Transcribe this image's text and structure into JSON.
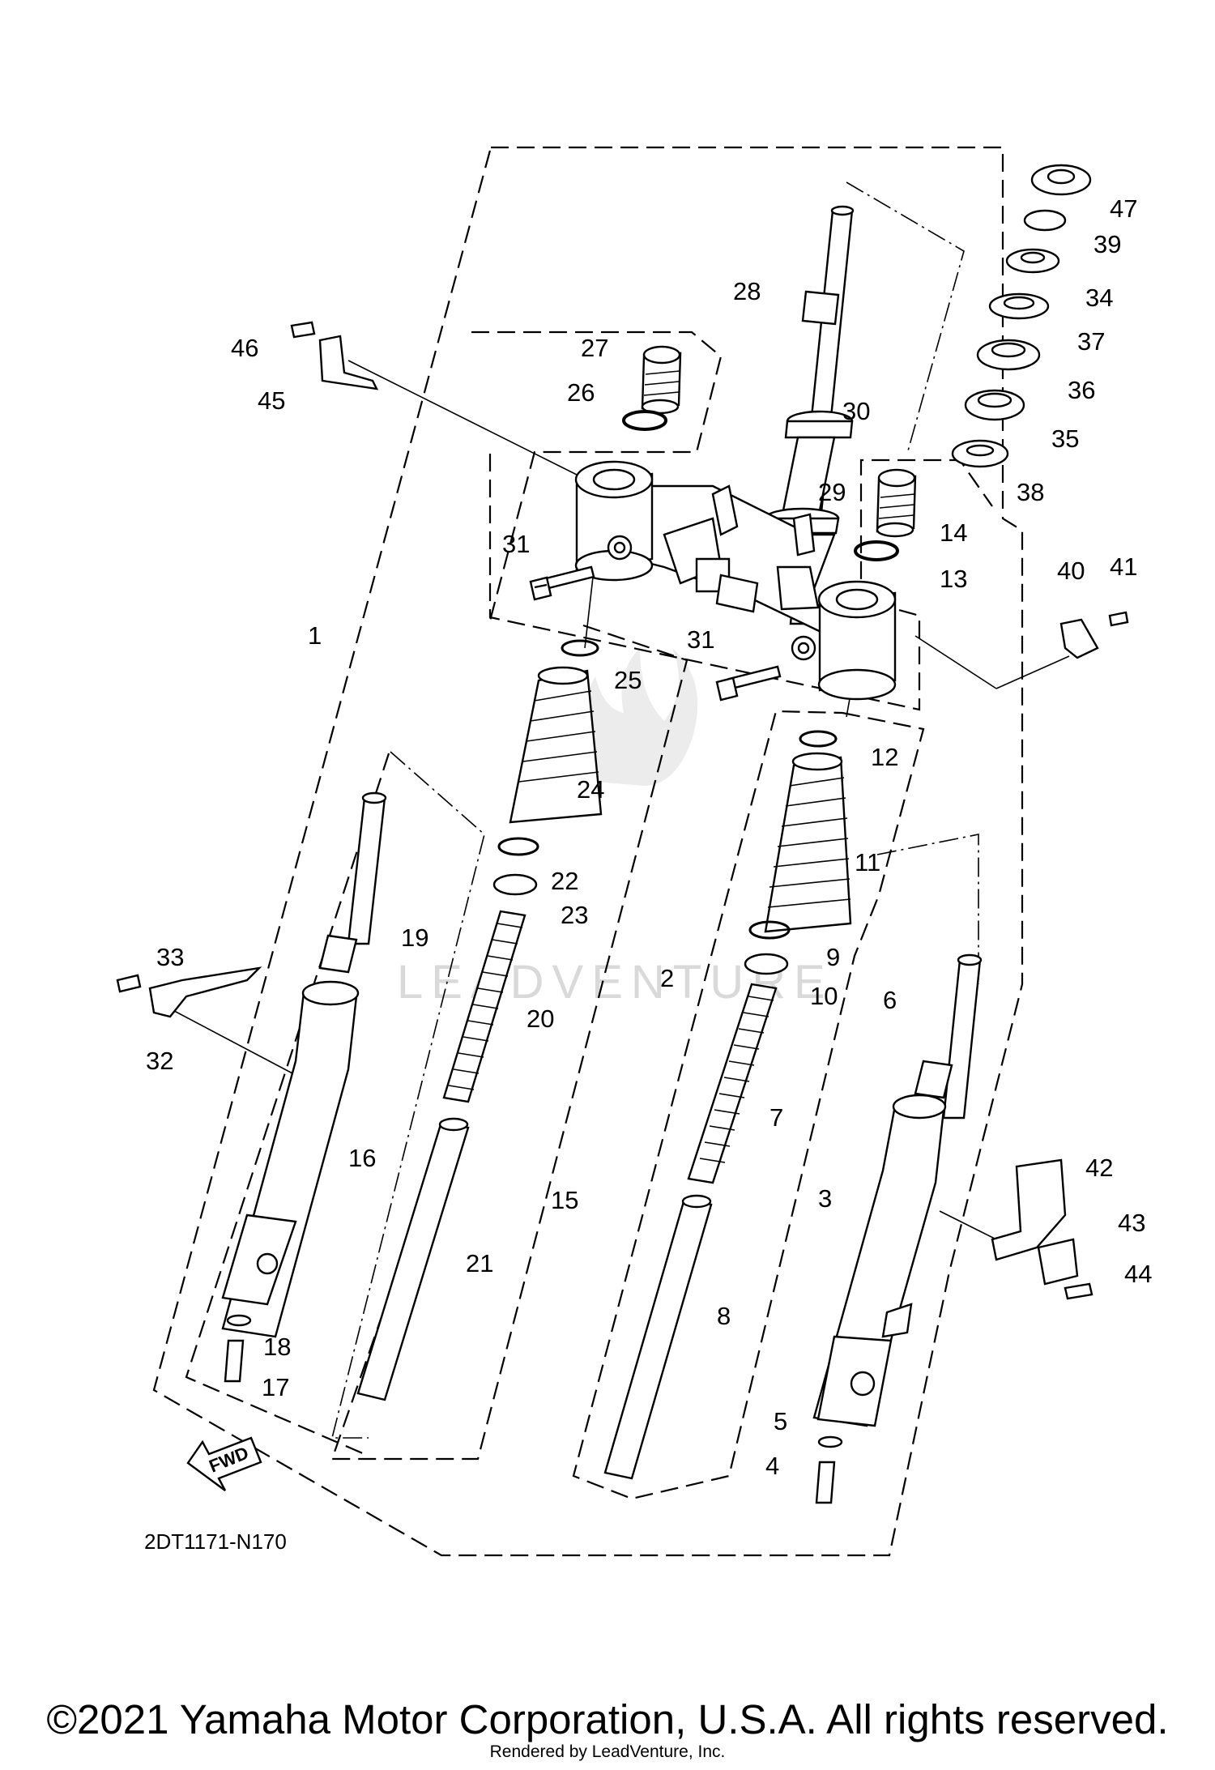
{
  "diagram_code": "2DT1171-N170",
  "fwd_label": "FWD",
  "watermark": "LEADVENTURE",
  "copyright": "©2021 Yamaha Motor Corporation, U.S.A. All rights reserved.",
  "rendered_by": "Rendered by LeadVenture, Inc.",
  "callouts": {
    "c1": "1",
    "c2": "2",
    "c3": "3",
    "c4": "4",
    "c5": "5",
    "c6": "6",
    "c7": "7",
    "c8": "8",
    "c9": "9",
    "c10": "10",
    "c11": "11",
    "c12": "12",
    "c13": "13",
    "c14": "14",
    "c15": "15",
    "c16": "16",
    "c17": "17",
    "c18": "18",
    "c19": "19",
    "c20": "20",
    "c21": "21",
    "c22": "22",
    "c23": "23",
    "c24": "24",
    "c25": "25",
    "c26": "26",
    "c27": "27",
    "c28": "28",
    "c29": "29",
    "c30": "30",
    "c31a": "31",
    "c31b": "31",
    "c32": "32",
    "c33": "33",
    "c34": "34",
    "c35": "35",
    "c36": "36",
    "c37": "37",
    "c38": "38",
    "c39": "39",
    "c40": "40",
    "c41": "41",
    "c42": "42",
    "c43": "43",
    "c44": "44",
    "c45": "45",
    "c46": "46",
    "c47": "47"
  }
}
